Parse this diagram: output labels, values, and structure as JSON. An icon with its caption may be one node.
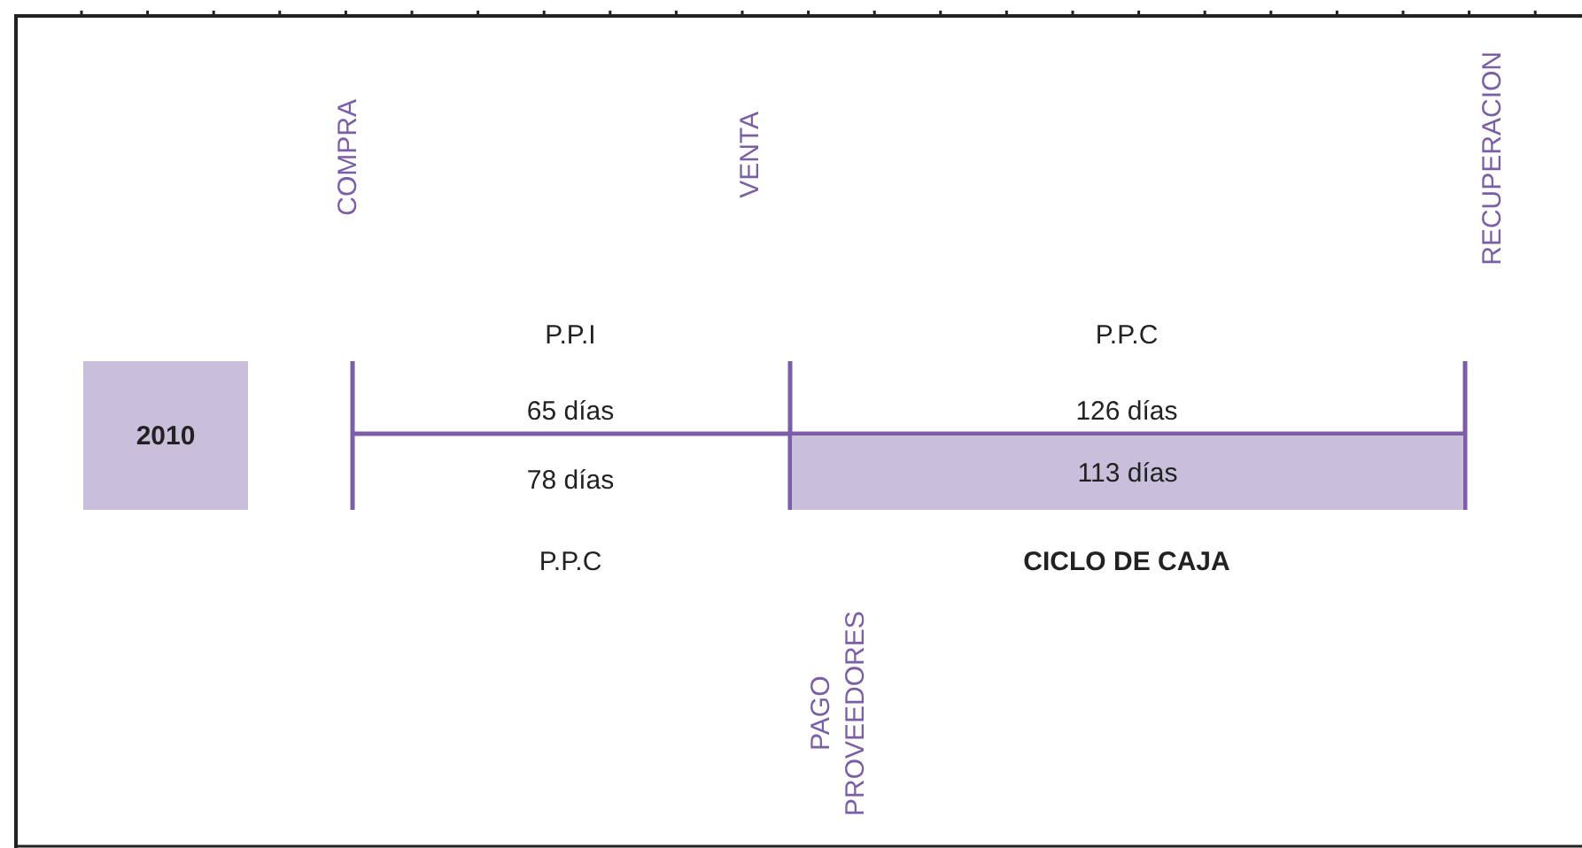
{
  "diagram": {
    "nodes": [
      {
        "text": [
          "2010"
        ]
      },
      {
        "text": [
          "113 días"
        ]
      }
    ],
    "labels": [
      "COMPRA",
      "VENTA",
      "RECUPERACION",
      "P.P.I",
      "P.P.C",
      "65 días",
      "126 días",
      "78 días",
      "P.P.C",
      "CICLO DE CAJA",
      "PAGO PROVEEDORES"
    ]
  }
}
